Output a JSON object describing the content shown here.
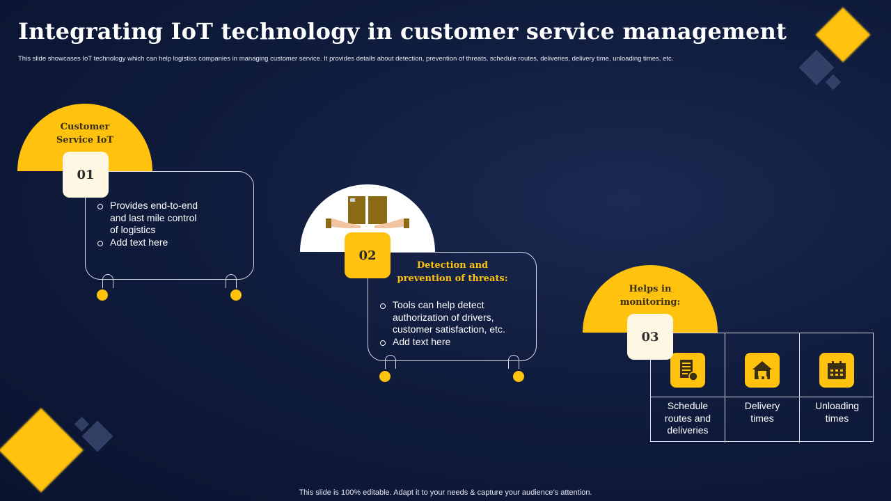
{
  "header": {
    "title": "Integrating IoT technology in customer service management",
    "subtitle": "This slide showcases IoT technology which can help logistics companies in managing customer service. It provides details about detection, prevention of threats, schedule routes, deliveries, delivery time, unloading times, etc."
  },
  "steps": [
    {
      "number": "01",
      "heading": "Customer\nService IoT",
      "bullets": [
        "Provides end-to-end and last mile control of logistics",
        "Add text here"
      ]
    },
    {
      "number": "02",
      "heading": "Detection and prevention of threats:",
      "bullets": [
        "Tools can help detect authorization of drivers, customer satisfaction, etc.",
        "Add text here"
      ],
      "icon": "hands-holding-boxes-icon"
    },
    {
      "number": "03",
      "heading": "Helps in\nmonitoring:",
      "items": [
        {
          "label": "Schedule routes and deliveries",
          "icon": "schedule-document-icon"
        },
        {
          "label": "Delivery times",
          "icon": "delivery-truck-house-icon"
        },
        {
          "label": "Unloading times",
          "icon": "calendar-icon"
        }
      ]
    }
  ],
  "footer": {
    "text": "This slide is 100% editable. Adapt it to your needs & capture your audience’s attention."
  },
  "colors": {
    "accent": "#ffc20e",
    "background": "#0f1b3c",
    "badge_light": "#fdf7e3"
  }
}
